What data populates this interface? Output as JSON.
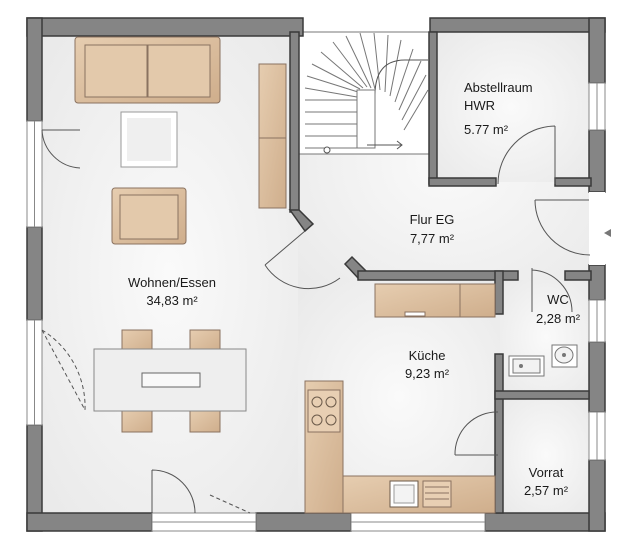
{
  "floorplan": {
    "rooms": [
      {
        "id": "wohnen",
        "name": "Wohnen/Essen",
        "area": "34,83 m²"
      },
      {
        "id": "flur",
        "name": "Flur EG",
        "area": "7,77 m²"
      },
      {
        "id": "abstellraum",
        "name": "Abstellraum",
        "name2": "HWR",
        "area": "5.77 m²"
      },
      {
        "id": "wc",
        "name": "WC",
        "area": "2,28 m²"
      },
      {
        "id": "kueche",
        "name": "Küche",
        "area": "9,23 m²"
      },
      {
        "id": "vorrat",
        "name": "Vorrat",
        "area": "2,57 m²"
      }
    ]
  },
  "colors": {
    "wall": "#858585",
    "wall_edge": "#3a3a3a",
    "floor": "#f1f1f1",
    "furniture": "#dcc1a2",
    "furniture_edge": "#8a7260",
    "counter": "#e2cba9"
  }
}
